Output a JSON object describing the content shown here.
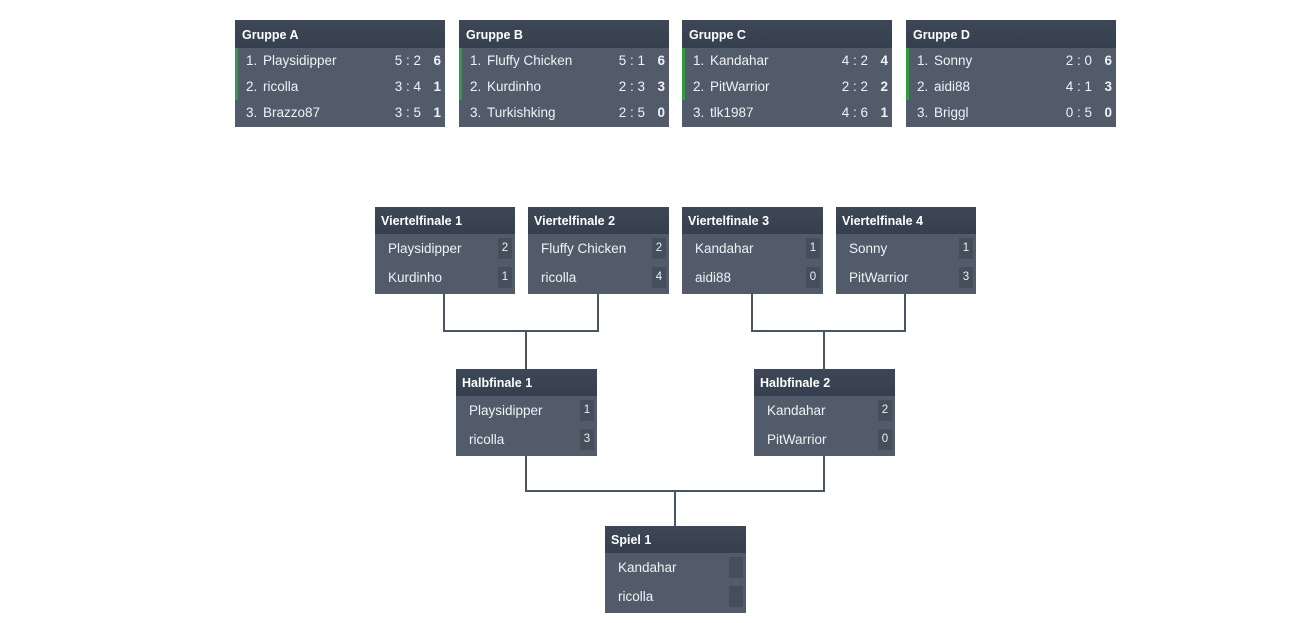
{
  "groups": [
    {
      "title": "Gruppe A",
      "rows": [
        {
          "rank": "1.",
          "name": "Playsidipper",
          "score": "5 : 2",
          "points": "6"
        },
        {
          "rank": "2.",
          "name": "ricolla",
          "score": "3 : 4",
          "points": "1"
        },
        {
          "rank": "3.",
          "name": "Brazzo87",
          "score": "3 : 5",
          "points": "1"
        }
      ]
    },
    {
      "title": "Gruppe B",
      "rows": [
        {
          "rank": "1.",
          "name": "Fluffy Chicken",
          "score": "5 : 1",
          "points": "6"
        },
        {
          "rank": "2.",
          "name": "Kurdinho",
          "score": "2 : 3",
          "points": "3"
        },
        {
          "rank": "3.",
          "name": "Turkishking",
          "score": "2 : 5",
          "points": "0"
        }
      ]
    },
    {
      "title": "Gruppe C",
      "rows": [
        {
          "rank": "1.",
          "name": "Kandahar",
          "score": "4 : 2",
          "points": "4"
        },
        {
          "rank": "2.",
          "name": "PitWarrior",
          "score": "2 : 2",
          "points": "2"
        },
        {
          "rank": "3.",
          "name": "tlk1987",
          "score": "4 : 6",
          "points": "1"
        }
      ]
    },
    {
      "title": "Gruppe D",
      "rows": [
        {
          "rank": "1.",
          "name": "Sonny",
          "score": "2 : 0",
          "points": "6"
        },
        {
          "rank": "2.",
          "name": "aidi88",
          "score": "4 : 1",
          "points": "3"
        },
        {
          "rank": "3.",
          "name": "Briggl",
          "score": "0 : 5",
          "points": "0"
        }
      ]
    }
  ],
  "quarterfinals": [
    {
      "title": "Viertelfinale 1",
      "p1": "Playsidipper",
      "s1": "2",
      "p2": "Kurdinho",
      "s2": "1"
    },
    {
      "title": "Viertelfinale 2",
      "p1": "Fluffy Chicken",
      "s1": "2",
      "p2": "ricolla",
      "s2": "4"
    },
    {
      "title": "Viertelfinale 3",
      "p1": "Kandahar",
      "s1": "1",
      "p2": "aidi88",
      "s2": "0"
    },
    {
      "title": "Viertelfinale 4",
      "p1": "Sonny",
      "s1": "1",
      "p2": "PitWarrior",
      "s2": "3"
    }
  ],
  "semifinals": [
    {
      "title": "Halbfinale 1",
      "p1": "Playsidipper",
      "s1": "1",
      "p2": "ricolla",
      "s2": "3"
    },
    {
      "title": "Halbfinale 2",
      "p1": "Kandahar",
      "s1": "2",
      "p2": "PitWarrior",
      "s2": "0"
    }
  ],
  "final": {
    "title": "Spiel 1",
    "p1": "Kandahar",
    "s1": "",
    "p2": "ricolla",
    "s2": ""
  },
  "colors": {
    "header": "#3a4452",
    "body": "#515b69",
    "qualifier": "#2f9a3f",
    "connector": "#4a5463"
  }
}
